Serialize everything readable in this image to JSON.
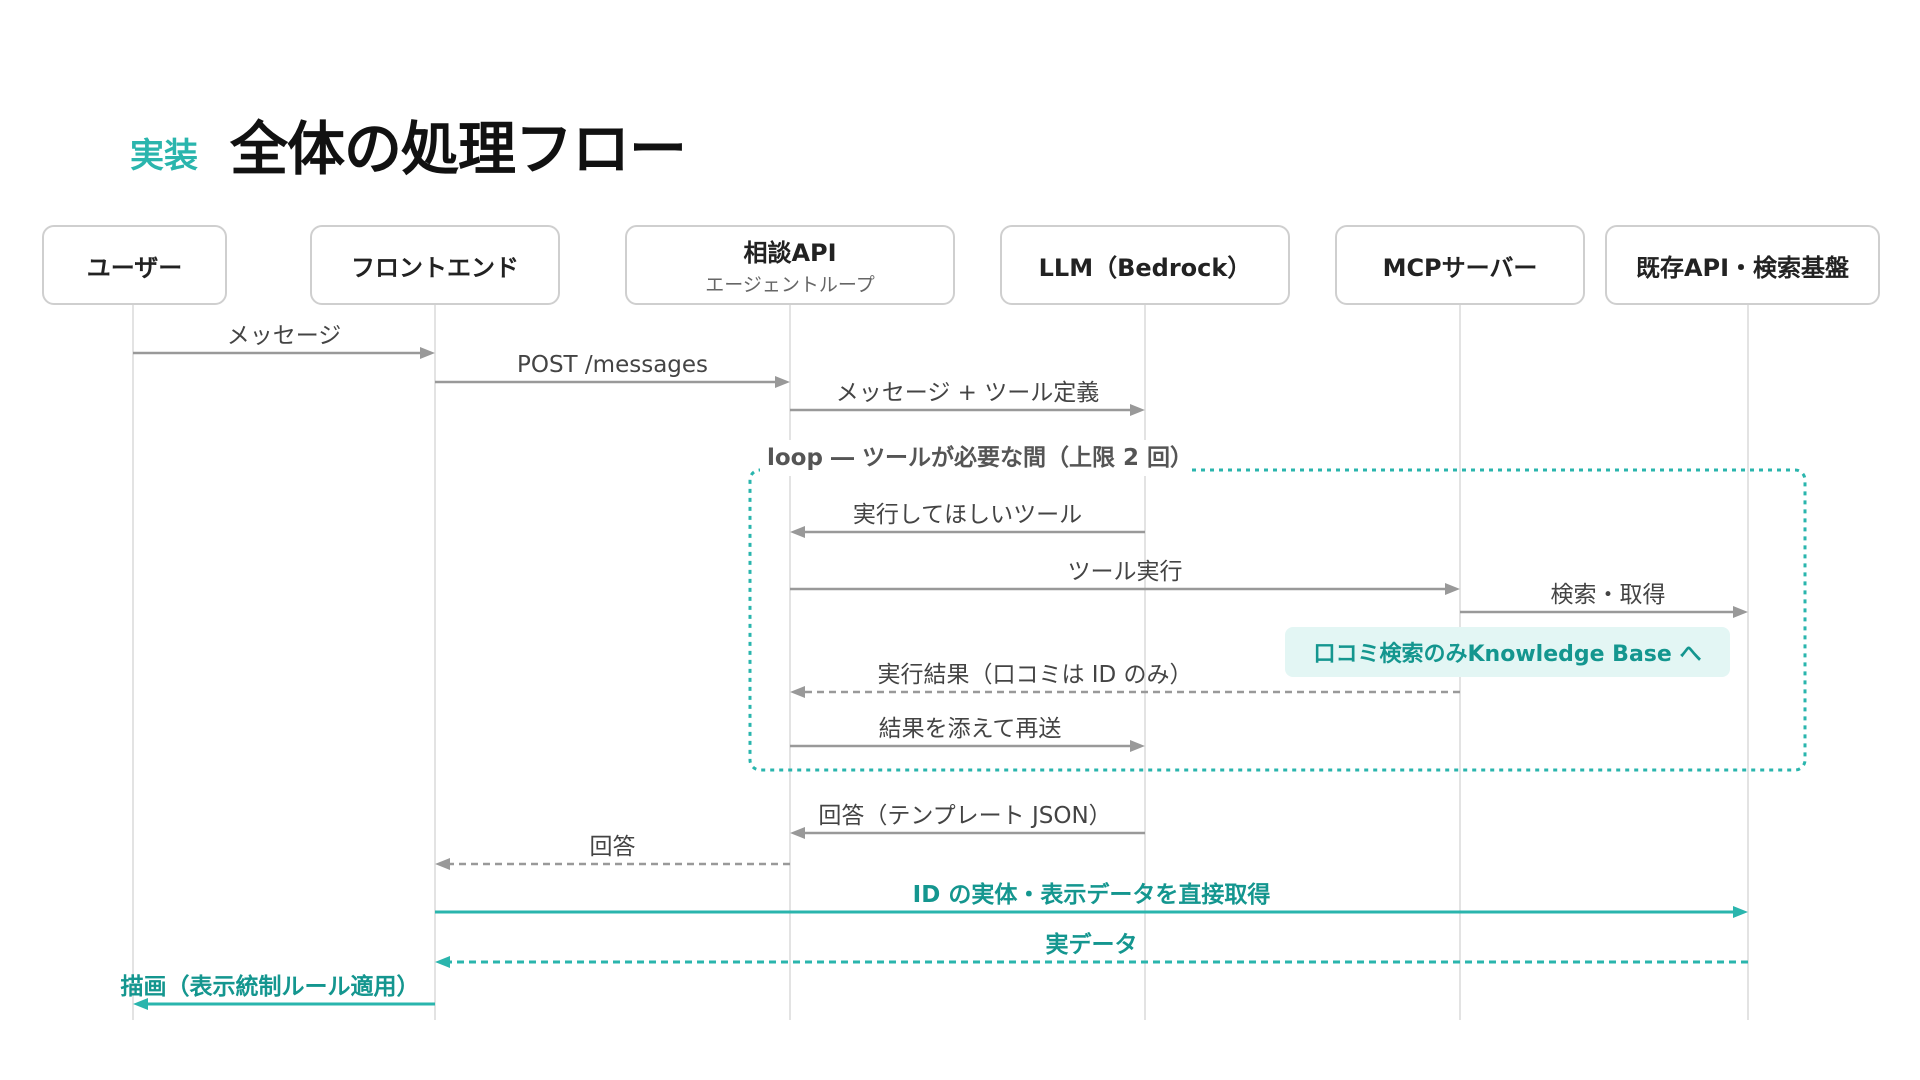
{
  "header": {
    "tag": "実装",
    "title": "全体の処理フロー"
  },
  "participants": [
    {
      "id": "user",
      "name": "ユーザー",
      "sub": ""
    },
    {
      "id": "frontend",
      "name": "フロントエンド",
      "sub": ""
    },
    {
      "id": "api",
      "name": "相談API",
      "sub": "エージェントループ"
    },
    {
      "id": "llm",
      "name": "LLM（Bedrock）",
      "sub": ""
    },
    {
      "id": "mcp",
      "name": "MCPサーバー",
      "sub": ""
    },
    {
      "id": "backend",
      "name": "既存API・検索基盤",
      "sub": ""
    }
  ],
  "loop": {
    "label": "loop ― ツールが必要な間（上限 2 回）"
  },
  "messages": [
    {
      "from": "user",
      "to": "frontend",
      "label": "メッセージ",
      "style": "solid",
      "color": "gray"
    },
    {
      "from": "frontend",
      "to": "api",
      "label": "POST /messages",
      "style": "solid",
      "color": "gray"
    },
    {
      "from": "api",
      "to": "llm",
      "label": "メッセージ + ツール定義",
      "style": "solid",
      "color": "gray"
    },
    {
      "from": "llm",
      "to": "api",
      "label": "実行してほしいツール",
      "style": "solid",
      "color": "gray"
    },
    {
      "from": "api",
      "to": "mcp",
      "label": "ツール実行",
      "style": "solid",
      "color": "gray"
    },
    {
      "from": "mcp",
      "to": "backend",
      "label": "検索・取得",
      "style": "solid",
      "color": "gray"
    },
    {
      "from": "mcp",
      "to": "api",
      "label": "実行結果（口コミは ID のみ）",
      "style": "dashed",
      "color": "gray"
    },
    {
      "from": "api",
      "to": "llm",
      "label": "結果を添えて再送",
      "style": "solid",
      "color": "gray"
    },
    {
      "from": "llm",
      "to": "api",
      "label": "回答（テンプレート JSON）",
      "style": "solid",
      "color": "gray"
    },
    {
      "from": "api",
      "to": "frontend",
      "label": "回答",
      "style": "dashed",
      "color": "gray"
    },
    {
      "from": "frontend",
      "to": "backend",
      "label": "ID の実体・表示データを直接取得",
      "style": "solid",
      "color": "teal"
    },
    {
      "from": "backend",
      "to": "frontend",
      "label": "実データ",
      "style": "dashed",
      "color": "teal"
    },
    {
      "from": "frontend",
      "to": "user",
      "label": "描画（表示統制ルール適用）",
      "style": "solid",
      "color": "teal"
    }
  ],
  "note": {
    "text": "口コミ検索のみKnowledge Base へ"
  },
  "colors": {
    "teal": "#2ab5ad",
    "teal_text": "#14968f",
    "gray": "#999999",
    "lifeline": "#e3e3e3",
    "label": "#444444"
  }
}
